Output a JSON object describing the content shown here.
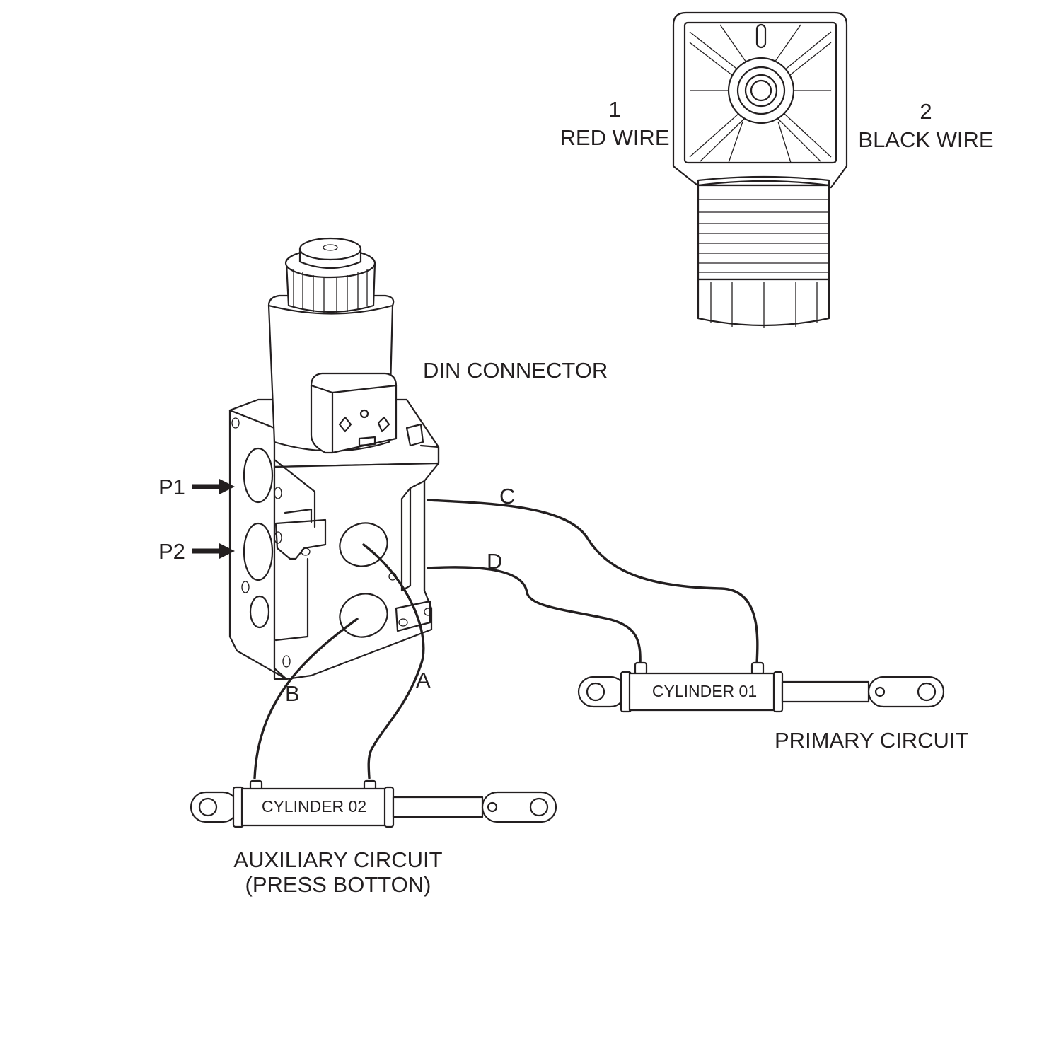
{
  "connector": {
    "pin1_number": "1",
    "pin1_label": "RED WIRE",
    "pin2_number": "2",
    "pin2_label": "BLACK WIRE"
  },
  "valve": {
    "connector_label": "DIN CONNECTOR",
    "port_p1": "P1",
    "port_p2": "P2",
    "port_a": "A",
    "port_b": "B",
    "port_c": "C",
    "port_d": "D"
  },
  "cylinder_01": {
    "label": "CYLINDER 01",
    "circuit_label": "PRIMARY CIRCUIT"
  },
  "cylinder_02": {
    "label": "CYLINDER 02",
    "circuit_label_line1": "AUXILIARY CIRCUIT",
    "circuit_label_line2": "(PRESS BOTTON)"
  },
  "colors": {
    "ink": "#231f20",
    "background": "#ffffff"
  }
}
